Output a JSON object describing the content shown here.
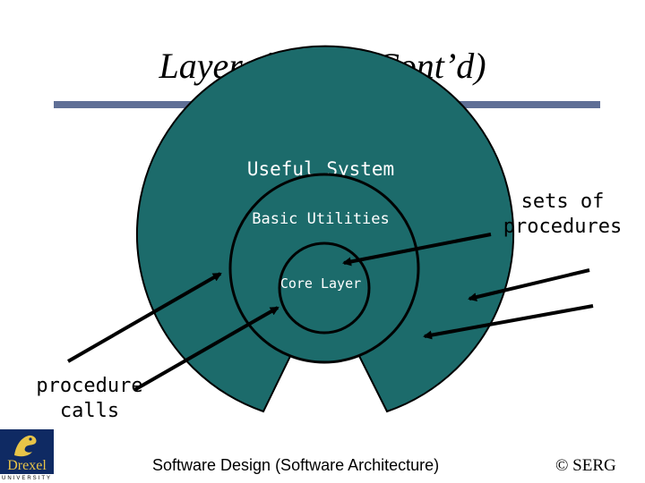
{
  "slide": {
    "title": "Layered Style (Cont’d)",
    "footer": "Software Design (Software Architecture)",
    "copyright": "© SERG"
  },
  "diagram": {
    "outer_label": "Useful System",
    "middle_label": "Basic Utilities",
    "core_label": "Core Layer",
    "right_label_line1": "sets of",
    "right_label_line2": "procedures",
    "left_label_line1": "procedure",
    "left_label_line2": "calls",
    "fill_color": "#1c6b6b",
    "stroke_color": "#000000"
  },
  "logo": {
    "wordmark": "Drexel",
    "subtitle": "UNIVERSITY",
    "background": "#0f2a63",
    "accent": "#e8c448"
  }
}
